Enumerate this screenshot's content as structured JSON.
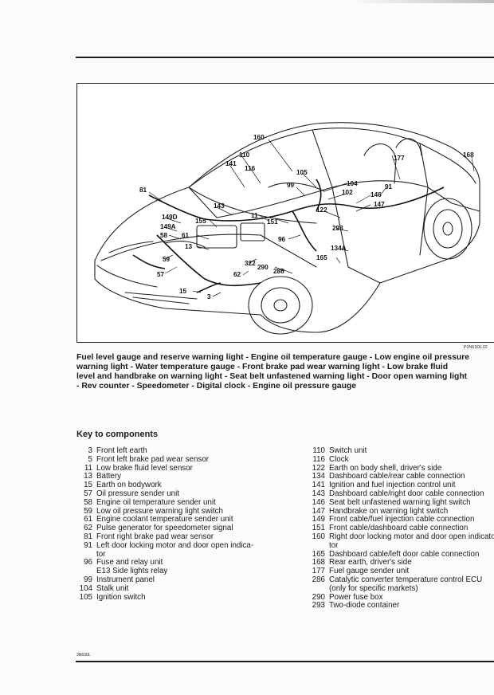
{
  "figure": {
    "code": "P3N63OL02",
    "callouts": [
      "160",
      "110",
      "141",
      "116",
      "105",
      "177",
      "168",
      "81",
      "99",
      "104",
      "102",
      "91",
      "146",
      "147",
      "143",
      "149D",
      "155",
      "11",
      "151",
      "122",
      "149A",
      "58",
      "61",
      "96",
      "293",
      "13",
      "134A",
      "322",
      "165",
      "59",
      "62",
      "290",
      "286",
      "57",
      "15",
      "3"
    ]
  },
  "caption": {
    "lines": [
      "Fuel level gauge and reserve warning light - Engine oil temperature gauge - Low engine oil pressure",
      "warning light - Water temperature gauge - Front brake pad wear warning light - Low brake fluid",
      "level and handbrake on warning light - Seat belt unfastened warning light - Door open warning light",
      "- Rev counter - Speedometer - Digital clock - Engine oil pressure gauge"
    ]
  },
  "key": {
    "heading": "Key to components",
    "left": [
      {
        "num": "3",
        "text": "Front left earth"
      },
      {
        "num": "5",
        "text": "Front left brake pad wear sensor"
      },
      {
        "num": "11",
        "text": "Low brake fluid level sensor"
      },
      {
        "num": "13",
        "text": "Battery"
      },
      {
        "num": "15",
        "text": "Earth on bodywork"
      },
      {
        "num": "57",
        "text": "Oil pressure sender unit"
      },
      {
        "num": "58",
        "text": "Engine oil temperature sender unit"
      },
      {
        "num": "59",
        "text": "Low oil pressure warning light switch"
      },
      {
        "num": "61",
        "text": "Engine coolant temperature sender unit"
      },
      {
        "num": "62",
        "text": "Pulse generator for speedometer signal"
      },
      {
        "num": "81",
        "text": "Front right brake pad wear sensor"
      },
      {
        "num": "91",
        "text": "Left door locking motor and door open indica-"
      },
      {
        "num": "",
        "text": "tor"
      },
      {
        "num": "96",
        "text": "Fuse and relay unit"
      },
      {
        "num": "",
        "text": "E13 Side lights relay"
      },
      {
        "num": "99",
        "text": "Instrument panel"
      },
      {
        "num": "104",
        "text": "Stalk unit"
      },
      {
        "num": "105",
        "text": "Ignition switch"
      }
    ],
    "right": [
      {
        "num": "110",
        "text": "Switch unit"
      },
      {
        "num": "116",
        "text": "Clock"
      },
      {
        "num": "122",
        "text": "Earth on body shell, driver's side"
      },
      {
        "num": "134",
        "text": "Dashboard cable/rear cable connection"
      },
      {
        "num": "141",
        "text": "Ignition and fuel injection control unit"
      },
      {
        "num": "143",
        "text": "Dashboard cable/right door cable connection"
      },
      {
        "num": "146",
        "text": "Seat belt unfastened warning light switch"
      },
      {
        "num": "147",
        "text": "Handbrake on warning light switch"
      },
      {
        "num": "149",
        "text": "Front cable/fuel injection cable connection"
      },
      {
        "num": "151",
        "text": "Front cable/dashboard cable connection"
      },
      {
        "num": "160",
        "text": "Right door locking motor and door open indicator"
      },
      {
        "num": "",
        "text": "tor"
      },
      {
        "num": "165",
        "text": "Dashboard cable/left door cable connection"
      },
      {
        "num": "168",
        "text": "Rear earth, driver's side"
      },
      {
        "num": "177",
        "text": "Fuel gauge sender unit"
      },
      {
        "num": "286",
        "text": "Catalytic converter temperature control ECU"
      },
      {
        "num": "",
        "text": "(only for specific markets)"
      },
      {
        "num": "290",
        "text": "Power fuse box"
      },
      {
        "num": "293",
        "text": "Two-diode container"
      }
    ]
  },
  "footer": {
    "page_ref": "3N630L"
  }
}
